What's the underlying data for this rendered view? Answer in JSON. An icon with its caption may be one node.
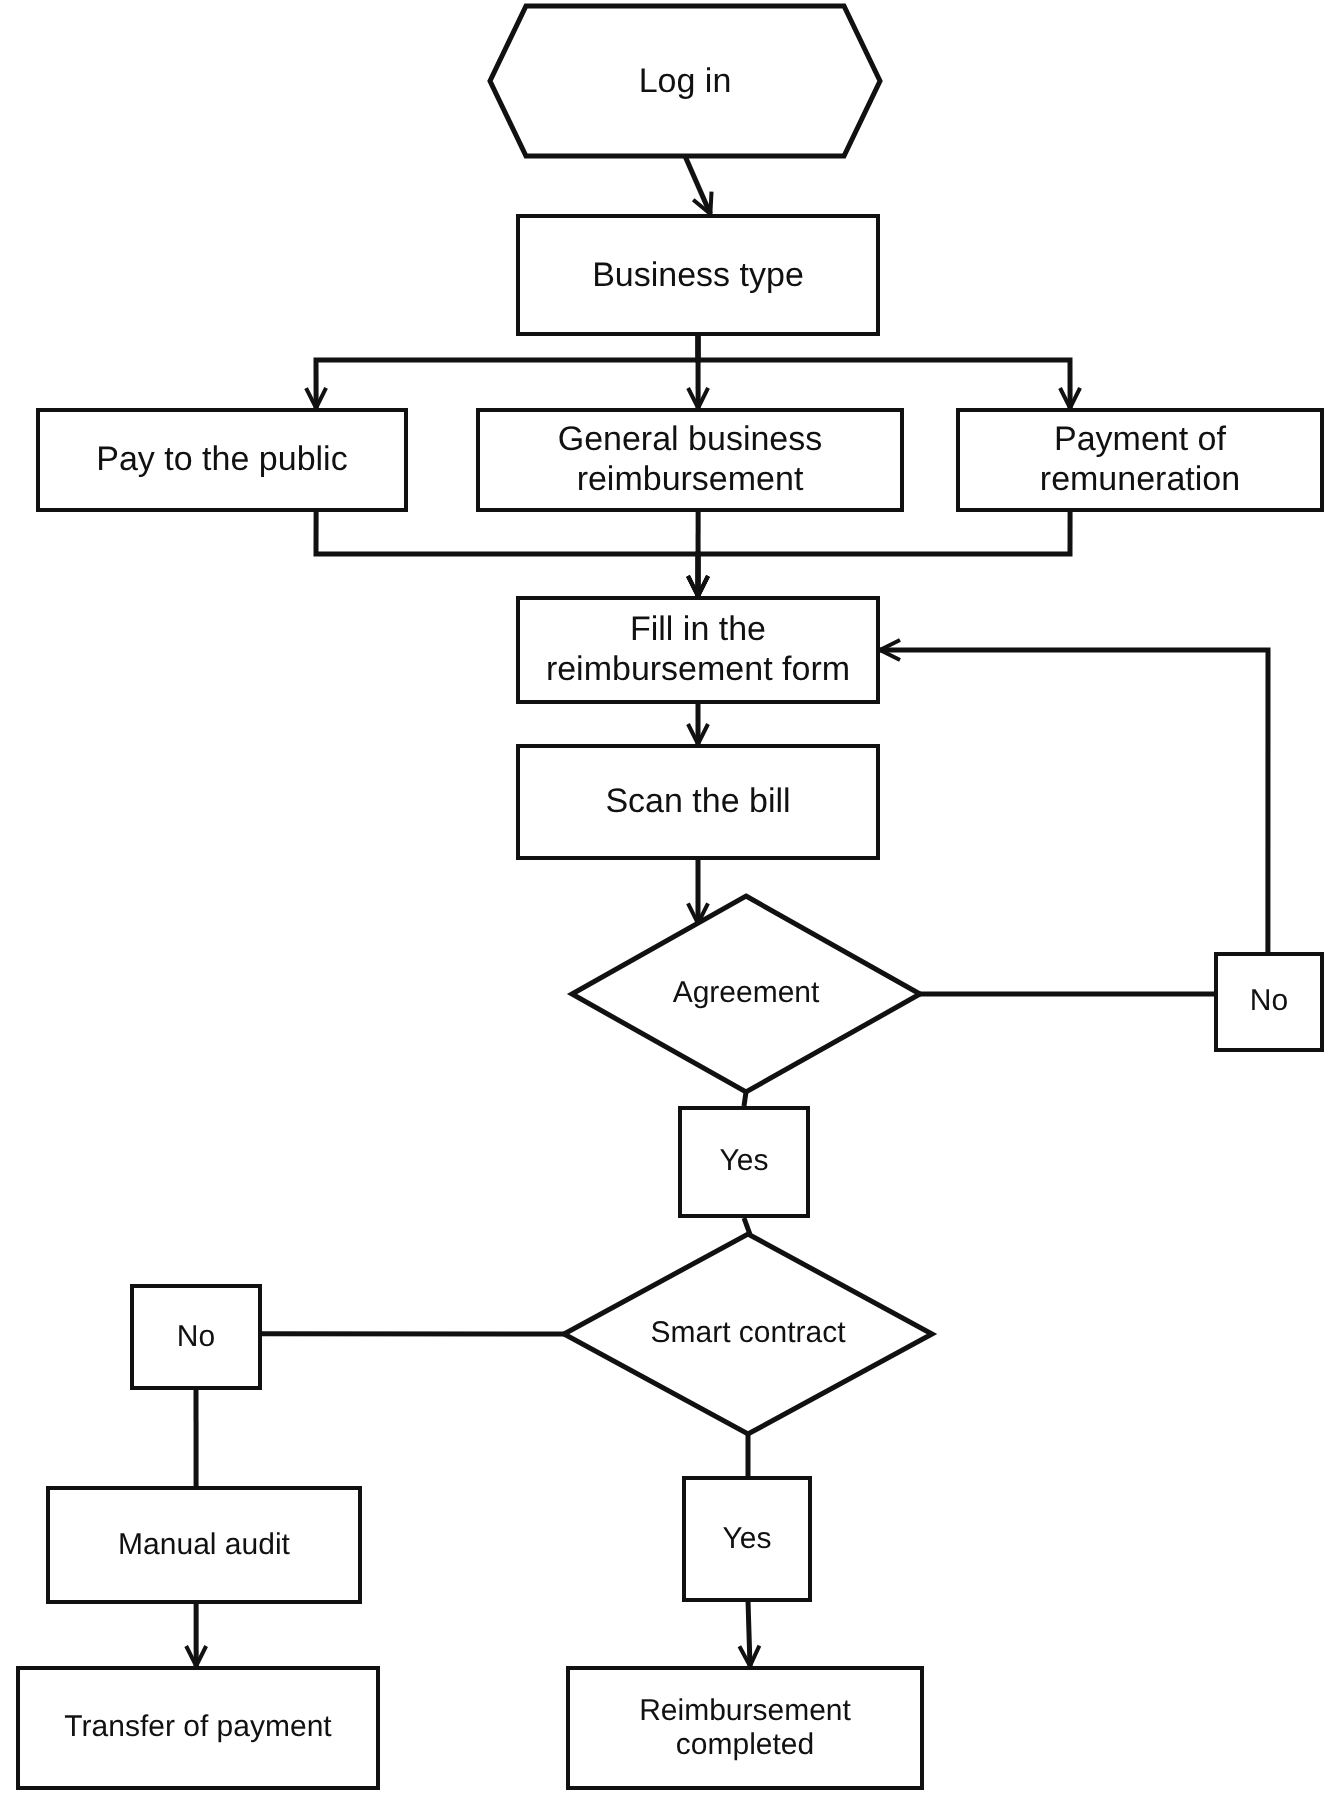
{
  "diagram": {
    "nodes": [
      {
        "text": [
          "Log in"
        ]
      },
      {
        "text": [
          "Business type"
        ]
      },
      {
        "text": [
          "Pay to the public"
        ]
      },
      {
        "text": [
          "General business reimbursement"
        ]
      },
      {
        "text": [
          "Payment of remuneration"
        ]
      },
      {
        "text": [
          "Fill in the reimbursement form"
        ]
      },
      {
        "text": [
          "Scan the bill"
        ]
      },
      {
        "text": [
          "Agreement"
        ]
      },
      {
        "text": [
          "No"
        ]
      },
      {
        "text": [
          "Yes"
        ]
      },
      {
        "text": [
          "Smart contract"
        ]
      },
      {
        "text": [
          "No"
        ]
      },
      {
        "text": [
          "Yes"
        ]
      },
      {
        "text": [
          "Manual audit"
        ]
      },
      {
        "text": [
          "Transfer of payment"
        ]
      },
      {
        "text": [
          "Reimbursement completed"
        ]
      }
    ],
    "edges": [
      {
        "from": 0,
        "to": 1,
        "arrow": "to"
      },
      {
        "from": 1,
        "to": 2,
        "arrow": "to"
      },
      {
        "from": 1,
        "to": 3,
        "arrow": "to"
      },
      {
        "from": 1,
        "to": 4,
        "arrow": "to"
      },
      {
        "from": 2,
        "to": 5,
        "arrow": "to"
      },
      {
        "from": 3,
        "to": 5,
        "arrow": "to"
      },
      {
        "from": 4,
        "to": 5,
        "arrow": "to"
      },
      {
        "from": 5,
        "to": 6,
        "arrow": "to"
      },
      {
        "from": 6,
        "to": 7,
        "arrow": "to"
      },
      {
        "from": 7,
        "to": 8,
        "arrow": "none"
      },
      {
        "from": 8,
        "to": 5,
        "arrow": "to"
      },
      {
        "from": 7,
        "to": 9,
        "arrow": "none"
      },
      {
        "from": 9,
        "to": 10,
        "arrow": "none"
      },
      {
        "from": 10,
        "to": 11,
        "arrow": "none"
      },
      {
        "from": 11,
        "to": 13,
        "arrow": "none"
      },
      {
        "from": 13,
        "to": 14,
        "arrow": "to"
      },
      {
        "from": 10,
        "to": 12,
        "arrow": "none"
      },
      {
        "from": 12,
        "to": 15,
        "arrow": "to"
      }
    ]
  }
}
